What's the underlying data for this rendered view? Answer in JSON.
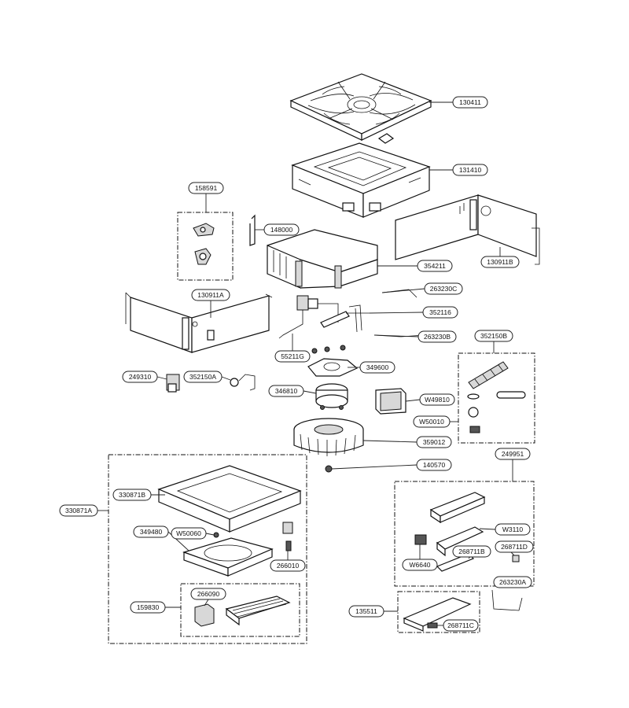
{
  "parts": {
    "p130411": "130411",
    "p131410": "131410",
    "p158591": "158591",
    "p148000": "148000",
    "p354211": "354211",
    "p130911B": "130911B",
    "p130911A": "130911A",
    "p263230C": "263230C",
    "p352116": "352116",
    "p263230B": "263230B",
    "p55211G": "55211G",
    "p352150B": "352150B",
    "p349600": "349600",
    "p249310": "249310",
    "p352150A": "352150A",
    "p346810": "346810",
    "pW49810": "W49810",
    "pW50010": "W50010",
    "p359012": "359012",
    "p140570": "140570",
    "p249951": "249951",
    "p330871B": "330871B",
    "p330871A": "330871A",
    "p349480": "349480",
    "pW50060": "W50060",
    "p266010": "266010",
    "pW3110": "W3110",
    "p268711D": "268711D",
    "p268711B": "268711B",
    "pW6640": "W6640",
    "p263230A": "263230A",
    "p266090": "266090",
    "p159830": "159830",
    "p135511": "135511",
    "p268711C": "268711C"
  }
}
